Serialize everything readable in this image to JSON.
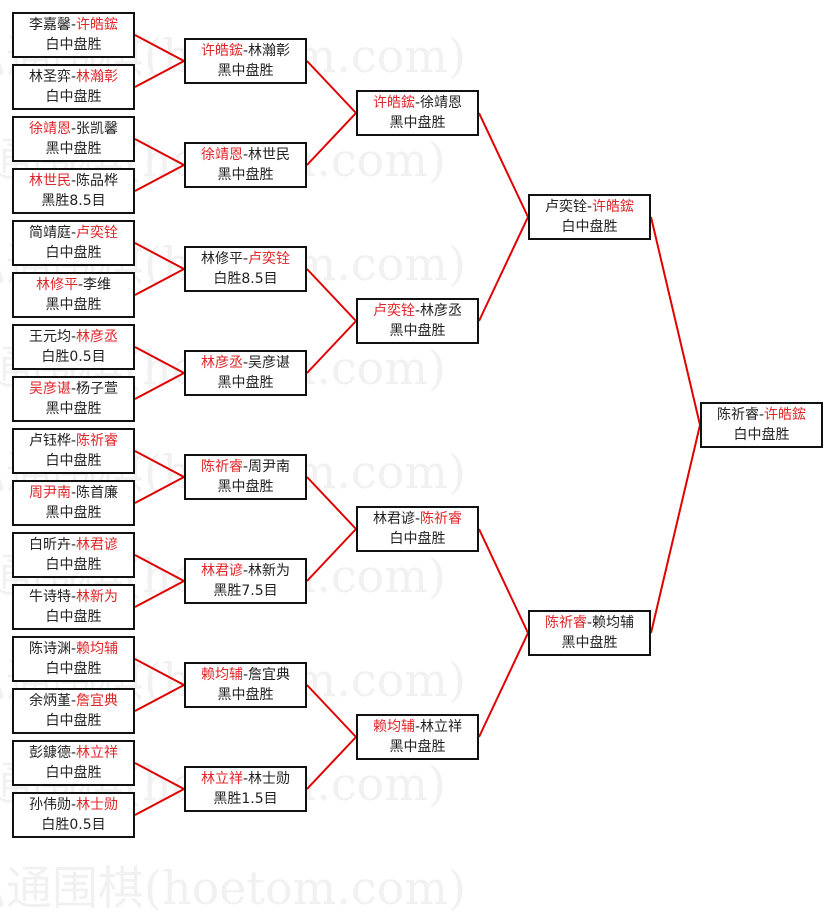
{
  "watermark": "弘通围棋(hoetom.com)",
  "colors": {
    "winner": "#e0262a",
    "line": "#e00000",
    "border": "#111111"
  },
  "rounds": [
    [
      {
        "p1": "李嘉馨",
        "p2": "许皓鋐",
        "winner": 2,
        "result": "白中盘胜"
      },
      {
        "p1": "林圣弈",
        "p2": "林瀚彰",
        "winner": 2,
        "result": "白中盘胜"
      },
      {
        "p1": "徐靖恩",
        "p2": "张凯馨",
        "winner": 1,
        "result": "黑中盘胜"
      },
      {
        "p1": "林世民",
        "p2": "陈品桦",
        "winner": 1,
        "result": "黑胜8.5目"
      },
      {
        "p1": "简靖庭",
        "p2": "卢奕铨",
        "winner": 2,
        "result": "白中盘胜"
      },
      {
        "p1": "林修平",
        "p2": "李维",
        "winner": 1,
        "result": "黑中盘胜"
      },
      {
        "p1": "王元均",
        "p2": "林彦丞",
        "winner": 2,
        "result": "白胜0.5目"
      },
      {
        "p1": "吴彦谌",
        "p2": "杨子萱",
        "winner": 1,
        "result": "黑中盘胜"
      },
      {
        "p1": "卢钰桦",
        "p2": "陈祈睿",
        "winner": 2,
        "result": "白中盘胜"
      },
      {
        "p1": "周尹南",
        "p2": "陈首廉",
        "winner": 1,
        "result": "黑中盘胜"
      },
      {
        "p1": "白昕卉",
        "p2": "林君谚",
        "winner": 2,
        "result": "白中盘胜"
      },
      {
        "p1": "牛诗特",
        "p2": "林新为",
        "winner": 2,
        "result": "白中盘胜"
      },
      {
        "p1": "陈诗渊",
        "p2": "赖均辅",
        "winner": 2,
        "result": "白中盘胜"
      },
      {
        "p1": "余炳堇",
        "p2": "詹宜典",
        "winner": 2,
        "result": "白中盘胜"
      },
      {
        "p1": "彭鏮德",
        "p2": "林立祥",
        "winner": 2,
        "result": "白中盘胜"
      },
      {
        "p1": "孙伟勋",
        "p2": "林士勋",
        "winner": 2,
        "result": "白胜0.5目"
      }
    ],
    [
      {
        "p1": "许皓鋐",
        "p2": "林瀚彰",
        "winner": 1,
        "result": "黑中盘胜"
      },
      {
        "p1": "徐靖恩",
        "p2": "林世民",
        "winner": 1,
        "result": "黑中盘胜"
      },
      {
        "p1": "林修平",
        "p2": "卢奕铨",
        "winner": 2,
        "result": "白胜8.5目"
      },
      {
        "p1": "林彦丞",
        "p2": "吴彦谌",
        "winner": 1,
        "result": "黑中盘胜"
      },
      {
        "p1": "陈祈睿",
        "p2": "周尹南",
        "winner": 1,
        "result": "黑中盘胜"
      },
      {
        "p1": "林君谚",
        "p2": "林新为",
        "winner": 1,
        "result": "黑胜7.5目"
      },
      {
        "p1": "赖均辅",
        "p2": "詹宜典",
        "winner": 1,
        "result": "黑中盘胜"
      },
      {
        "p1": "林立祥",
        "p2": "林士勋",
        "winner": 1,
        "result": "黑胜1.5目"
      }
    ],
    [
      {
        "p1": "许皓鋐",
        "p2": "徐靖恩",
        "winner": 1,
        "result": "黑中盘胜"
      },
      {
        "p1": "卢奕铨",
        "p2": "林彦丞",
        "winner": 1,
        "result": "黑中盘胜"
      },
      {
        "p1": "林君谚",
        "p2": "陈祈睿",
        "winner": 2,
        "result": "白中盘胜"
      },
      {
        "p1": "赖均辅",
        "p2": "林立祥",
        "winner": 1,
        "result": "黑中盘胜"
      }
    ],
    [
      {
        "p1": "卢奕铨",
        "p2": "许皓鋐",
        "winner": 2,
        "result": "白中盘胜"
      },
      {
        "p1": "陈祈睿",
        "p2": "赖均辅",
        "winner": 1,
        "result": "黑中盘胜"
      }
    ],
    [
      {
        "p1": "陈祈睿",
        "p2": "许皓鋐",
        "winner": 2,
        "result": "白中盘胜"
      }
    ]
  ]
}
